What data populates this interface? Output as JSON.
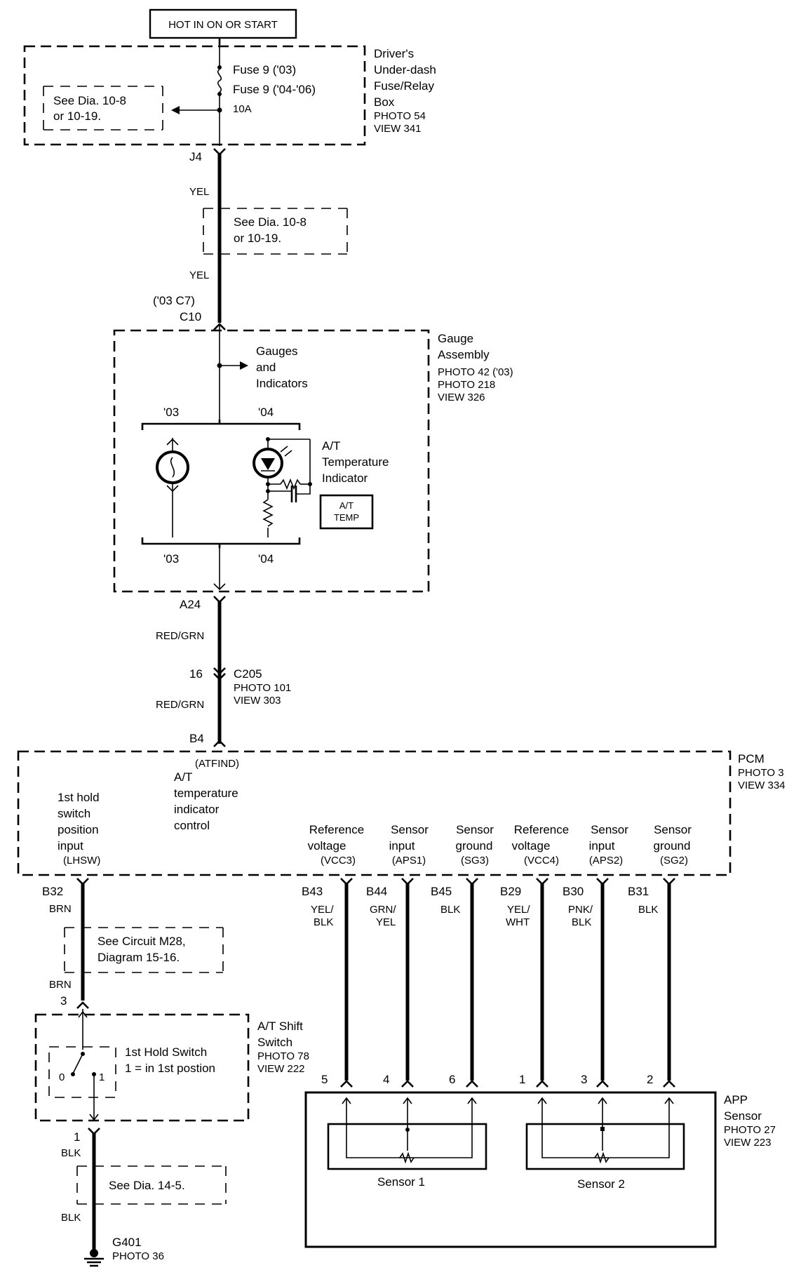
{
  "top": {
    "hot_label": "HOT IN ON OR START",
    "fuse_line1": "Fuse 9 ('03)",
    "fuse_line2": "Fuse 9 ('04-'06)",
    "fuse_amp": "10A",
    "see_dia_1a": "See Dia. 10-8",
    "see_dia_1b": "or 10-19.",
    "box_name_1": "Driver's",
    "box_name_2": "Under-dash",
    "box_name_3": "Fuse/Relay",
    "box_name_4": "Box",
    "box_photo": "PHOTO 54",
    "box_view": "VIEW 341"
  },
  "upper_wire": {
    "j4": "J4",
    "yel_1": "YEL",
    "see_dia_2a": "See Dia. 10-8",
    "see_dia_2b": "or 10-19.",
    "yel_2": "YEL",
    "conn_03": "('03 C7)",
    "c10": "C10"
  },
  "gauge": {
    "name_1": "Gauge",
    "name_2": "Assembly",
    "photo_1": "PHOTO 42 ('03)",
    "photo_2": "PHOTO 218",
    "view": "VIEW 326",
    "gi_1": "Gauges",
    "gi_2": "and",
    "gi_3": "Indicators",
    "y03_top": "'03",
    "y04_top": "'04",
    "y03_bot": "'03",
    "y04_bot": "'04",
    "ind_1": "A/T",
    "ind_2": "Temperature",
    "ind_3": "Indicator",
    "temp_box_1": "A/T",
    "temp_box_2": "TEMP"
  },
  "mid_wire": {
    "a24": "A24",
    "red_grn_1": "RED/GRN",
    "pin16": "16",
    "c205": "C205",
    "c205_photo": "PHOTO 101",
    "c205_view": "VIEW 303",
    "red_grn_2": "RED/GRN",
    "b4": "B4"
  },
  "pcm": {
    "name": "PCM",
    "photo": "PHOTO 3",
    "view": "VIEW 334",
    "atfind": "(ATFIND)",
    "atf_1": "A/T",
    "atf_2": "temperature",
    "atf_3": "indicator",
    "atf_4": "control",
    "lh_1": "1st hold",
    "lh_2": "switch",
    "lh_3": "position",
    "lh_4": "input",
    "lh_code": "(LHSW)",
    "terminals": [
      {
        "l1": "Reference",
        "l2": "voltage",
        "code": "(VCC3)",
        "pin": "B43",
        "color1": "YEL/",
        "color2": "BLK",
        "app_pin": "5"
      },
      {
        "l1": "Sensor",
        "l2": "input",
        "code": "(APS1)",
        "pin": "B44",
        "color1": "GRN/",
        "color2": "YEL",
        "app_pin": "4"
      },
      {
        "l1": "Sensor",
        "l2": "ground",
        "code": "(SG3)",
        "pin": "B45",
        "color1": "BLK",
        "color2": "",
        "app_pin": "6"
      },
      {
        "l1": "Reference",
        "l2": "voltage",
        "code": "(VCC4)",
        "pin": "B29",
        "color1": "YEL/",
        "color2": "WHT",
        "app_pin": "1"
      },
      {
        "l1": "Sensor",
        "l2": "input",
        "code": "(APS2)",
        "pin": "B30",
        "color1": "PNK/",
        "color2": "BLK",
        "app_pin": "3"
      },
      {
        "l1": "Sensor",
        "l2": "ground",
        "code": "(SG2)",
        "pin": "B31",
        "color1": "BLK",
        "color2": "",
        "app_pin": "2"
      }
    ]
  },
  "left_branch": {
    "b32": "B32",
    "brn_1": "BRN",
    "see_circ_1": "See Circuit M28,",
    "see_circ_2": "Diagram 15-16.",
    "brn_2": "BRN",
    "pin3": "3",
    "sw_name_1": "A/T Shift",
    "sw_name_2": "Switch",
    "sw_photo": "PHOTO 78",
    "sw_view": "VIEW 222",
    "hold_1": "1st Hold Switch",
    "hold_2": "1 = in 1st postion",
    "pos0": "0",
    "pos1": "1",
    "pin1": "1",
    "blk_1": "BLK",
    "see_dia_3": "See Dia. 14-5.",
    "blk_2": "BLK",
    "ground": "G401",
    "ground_photo": "PHOTO 36"
  },
  "app": {
    "name_1": "APP",
    "name_2": "Sensor",
    "photo": "PHOTO 27",
    "view": "VIEW 223",
    "sensor1": "Sensor 1",
    "sensor2": "Sensor 2"
  }
}
